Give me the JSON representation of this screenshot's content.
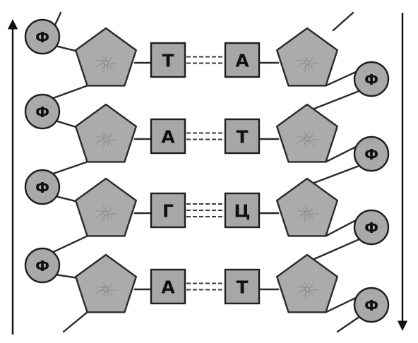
{
  "phosphate_symbol": "Ф",
  "base_pairs": [
    {
      "left": "Т",
      "right": "А",
      "bonds": 2
    },
    {
      "left": "А",
      "right": "Т",
      "bonds": 2
    },
    {
      "left": "Г",
      "right": "Ц",
      "bonds": 3
    },
    {
      "left": "А",
      "right": "Т",
      "bonds": 2
    }
  ],
  "strand_directions": {
    "left": "up",
    "right": "down"
  },
  "colors": {
    "fill": "#a9a9a9",
    "stroke": "#1e1e1e",
    "background": "#ffffff"
  }
}
